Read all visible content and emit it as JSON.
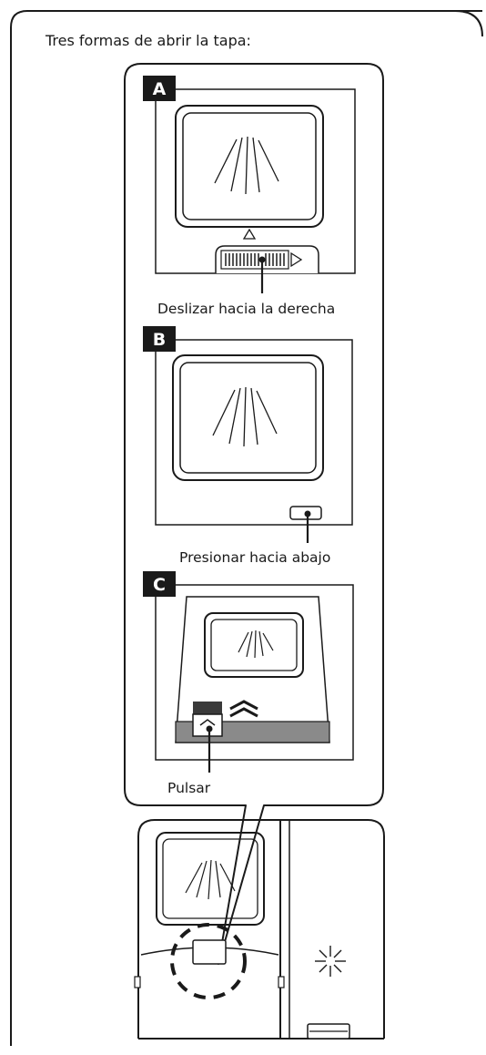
{
  "title": "Tres formas de abrir la tapa:",
  "panels": [
    {
      "badge": "A",
      "caption": "Deslizar hacia la derecha"
    },
    {
      "badge": "B",
      "caption": "Presionar hacia abajo"
    },
    {
      "badge": "C",
      "caption": "Pulsar"
    }
  ],
  "colors": {
    "line": "#1a1a1a",
    "badge_bg": "#1a1a1a",
    "button_strip": "#8a8a8a",
    "button_dark": "#3a3a3a"
  },
  "icons": [
    "sparkle-icon",
    "double-chevron-up-icon",
    "slide-arrow-right-icon"
  ]
}
